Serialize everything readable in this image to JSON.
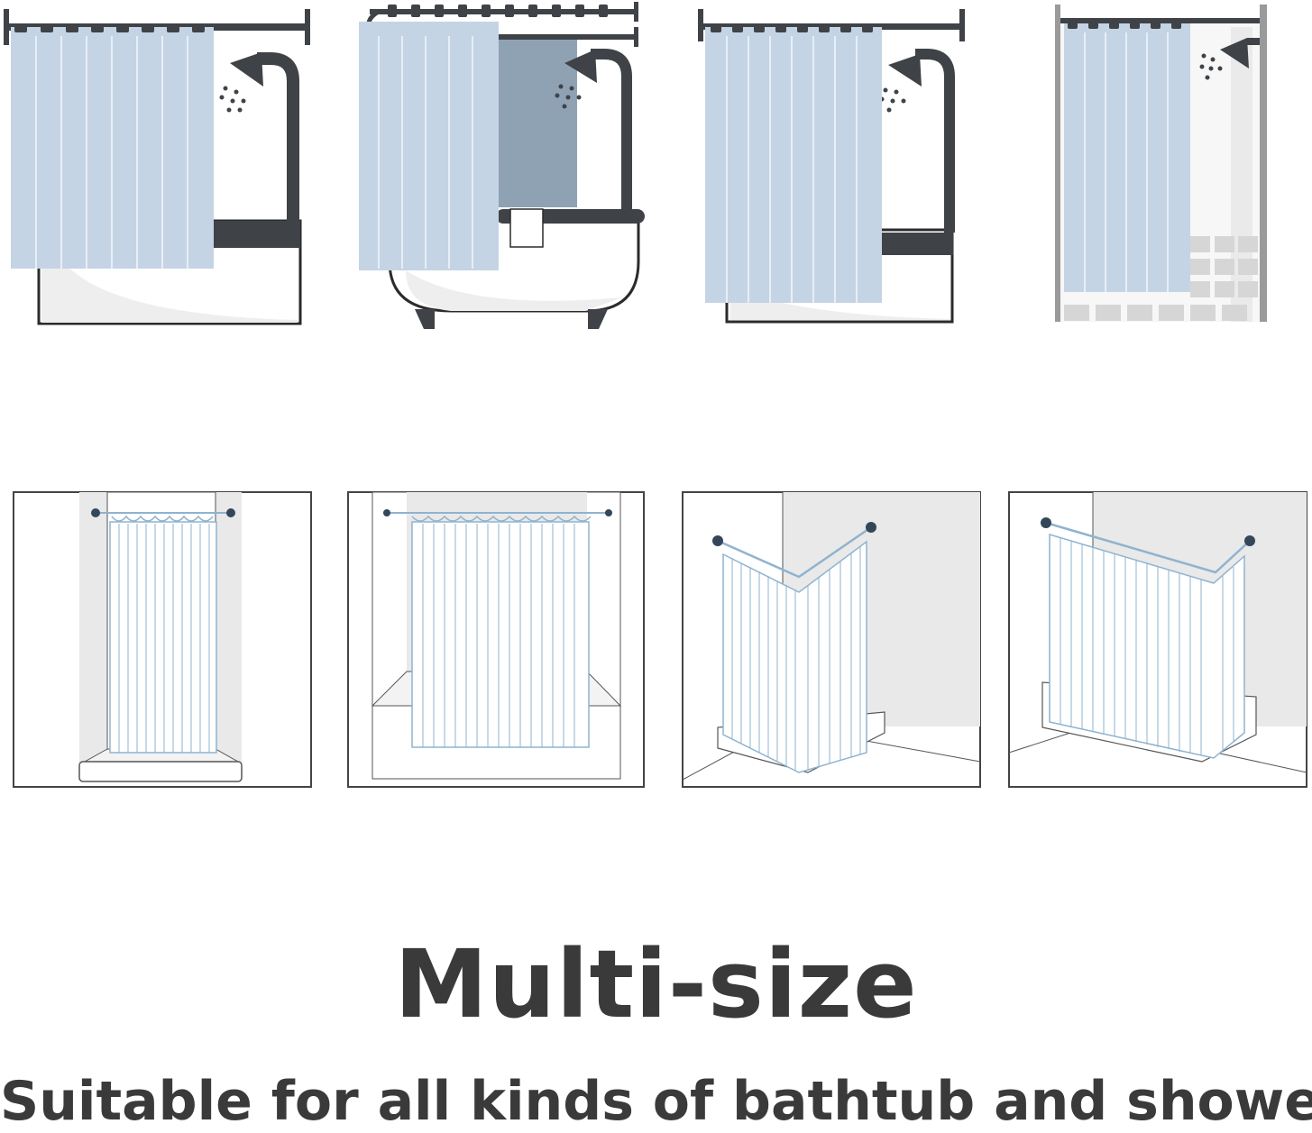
{
  "headline": "Multi-size",
  "subline": "Suitable for all kinds of bathtub and shower",
  "colors": {
    "curtain_fill": "#c5d4e4",
    "curtain_fold": "#e8eef6",
    "rod": "#3f4347",
    "outline": "#2b2b2b",
    "wall_gray": "#e9e9e9",
    "text": "#3a3a3a",
    "light_curtain_line": "#8fb3cf"
  },
  "illustrations": {
    "top_row": [
      {
        "name": "straight-rod-alcove-tub",
        "icon": "shower-head-icon"
      },
      {
        "name": "double-rod-clawfoot-tub",
        "icon": "shower-head-icon"
      },
      {
        "name": "long-curtain-alcove-tub",
        "icon": "shower-head-icon"
      },
      {
        "name": "stall-shower",
        "icon": "shower-head-icon"
      }
    ],
    "bottom_row": [
      {
        "name": "narrow-stall-tension-rod"
      },
      {
        "name": "alcove-tub-tension-rod"
      },
      {
        "name": "corner-l-rod-shower"
      },
      {
        "name": "corner-l-rod-bathtub"
      }
    ]
  }
}
